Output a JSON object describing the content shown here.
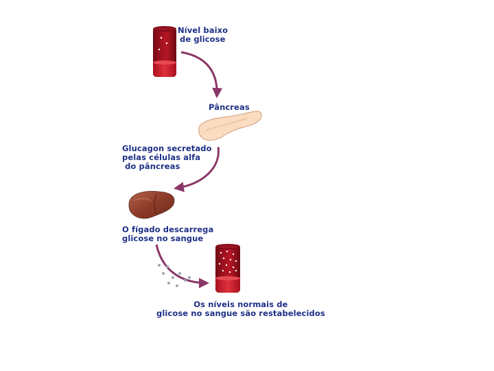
{
  "colors": {
    "label": "#1e2f86",
    "arrow": "#8a3667",
    "blood_dark": "#8e0e1a",
    "blood": "#cc1d2d",
    "blood_light": "#e8525b",
    "pancreas": "#fbdcc0",
    "pancreas_stroke": "#d6a889",
    "liver": "#8a3a2a",
    "liver_light": "#b2614a",
    "glucose_dot": "#9aa7b3"
  },
  "labels": {
    "low_glucose": [
      "Nível baixo",
      "de glicose"
    ],
    "pancreas": [
      "Pâncreas"
    ],
    "glucagon": [
      "Glucagon secretado",
      "pelas células alfa",
      " do pâncreas"
    ],
    "liver": [
      "O fígado descarrega",
      "glicose no sangue"
    ],
    "normal": [
      "Os níveis normais de",
      "glicose no sangue são restabelecidos"
    ]
  },
  "icons": {
    "tube_low": "blood-tube-low-glucose-icon",
    "pancreas": "pancreas-icon",
    "liver": "liver-icon",
    "tube_normal": "blood-tube-normal-glucose-icon"
  }
}
